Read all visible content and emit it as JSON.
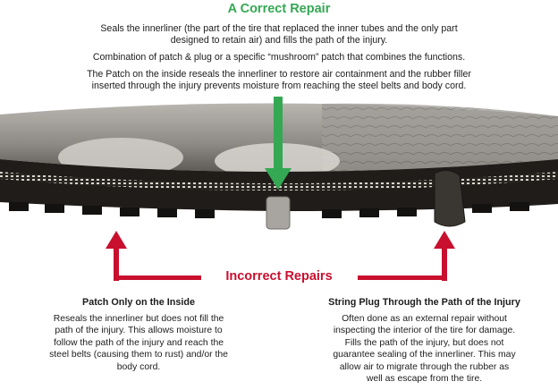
{
  "correct": {
    "title": "A Correct Repair",
    "lines": [
      "Seals the innerliner (the part of the tire that replaced the inner tubes and the only part",
      "designed to retain air) and fills the path of the injury.",
      "Combination of patch & plug or a specific “mushroom” patch that combines the functions.",
      "The Patch on the inside reseals the innerliner to restore air containment and the rubber filler",
      "inserted through the injury prevents moisture from reaching the steel belts and body cord."
    ]
  },
  "incorrect": {
    "label": "Incorrect Repairs",
    "left": {
      "title": "Patch Only on the Inside",
      "lines": [
        "Reseals the innerliner but does not fill the",
        "path of the injury. This allows moisture to",
        "follow the path of the injury and reach the",
        "steel belts (causing them to rust) and/or the",
        "body cord."
      ]
    },
    "right": {
      "title": "String Plug Through the Path of the Injury",
      "lines": [
        "Often done as an external repair without",
        "inspecting the interior of the tire for damage.",
        "Fills the path of the injury, but does not",
        "guarantee sealing of the innerliner. This may",
        "allow air to migrate through the rubber as",
        "well as escape from the tire."
      ]
    }
  },
  "colors": {
    "green": "#34a853",
    "red": "#c8102e"
  }
}
